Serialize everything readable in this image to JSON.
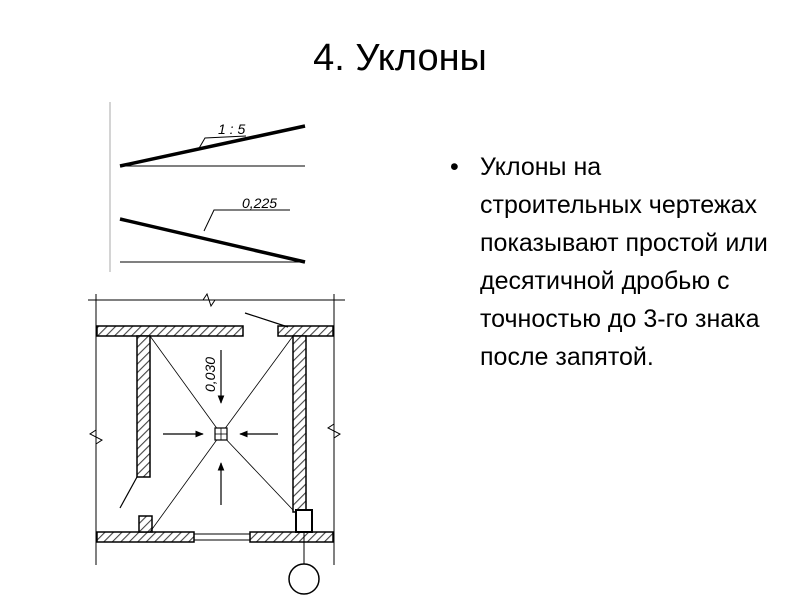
{
  "slide": {
    "title": "4. Уклоны",
    "bullets": [
      "Уклоны на строительных чертежах показывают простой или десятичной дробью с точностью до 3-го знака после запятой."
    ]
  },
  "drawing": {
    "slope_label_fraction": "1 : 5",
    "slope_label_decimal": "0,225",
    "plan_slope_label": "0,030"
  },
  "colors": {
    "ink": "#000000",
    "background": "#ffffff",
    "hatch": "#444444"
  }
}
